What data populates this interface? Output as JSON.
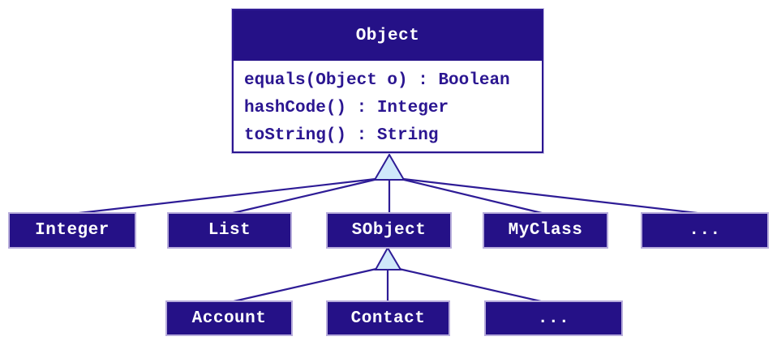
{
  "colors": {
    "box_fill": "#251187",
    "connector_line": "#2e1c96",
    "triangle_fill": "#cfe8fa",
    "light_border": "#b7acdb",
    "text_on_dark": "#ffffff",
    "text_dark": "#2b1691",
    "background": "#ffffff"
  },
  "object_class": {
    "name": "Object",
    "methods": [
      "equals(Object o) : Boolean",
      "hashCode() : Integer",
      "toString() : String"
    ]
  },
  "object_subclasses": [
    {
      "label": "Integer"
    },
    {
      "label": "List"
    },
    {
      "label": "SObject"
    },
    {
      "label": "MyClass"
    },
    {
      "label": "..."
    }
  ],
  "sobject_subclasses": [
    {
      "label": "Account"
    },
    {
      "label": "Contact"
    },
    {
      "label": "..."
    }
  ]
}
